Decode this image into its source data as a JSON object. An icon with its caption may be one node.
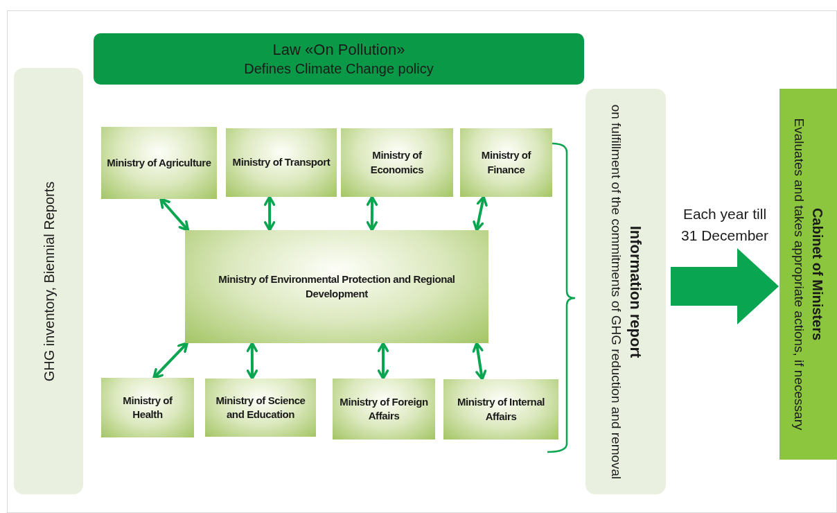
{
  "diagram": {
    "nodes": [
      {
        "text": [
          "GHG inventory, Biennial Reports"
        ]
      },
      {
        "text": [
          "Law «On Pollution»",
          "Defines Climate Change policy"
        ]
      },
      {
        "text": [
          "Ministry of Agriculture"
        ]
      },
      {
        "text": [
          "Ministry of Transport"
        ]
      },
      {
        "text": [
          "Ministry of Economics"
        ]
      },
      {
        "text": [
          "Ministry of Finance"
        ]
      },
      {
        "text": [
          "Ministry of Environmental Protection and Regional Development"
        ]
      },
      {
        "text": [
          "Ministry of Health"
        ]
      },
      {
        "text": [
          "Ministry of Science and Education"
        ]
      },
      {
        "text": [
          "Ministry of Foreign Affairs"
        ]
      },
      {
        "text": [
          "Ministry of Internal Affairs"
        ]
      },
      {
        "text": [
          "Information report",
          "on fulfillment of the commitments of GHG reduction and removal"
        ]
      },
      {
        "text": [
          "Cabinet of Ministers",
          "Evaluates and takes appropriate actions, if necessary"
        ]
      }
    ],
    "edges": [
      {
        "from": 2,
        "to": 6,
        "arrow": "both"
      },
      {
        "from": 3,
        "to": 6,
        "arrow": "both"
      },
      {
        "from": 4,
        "to": 6,
        "arrow": "both"
      },
      {
        "from": 5,
        "to": 6,
        "arrow": "both"
      },
      {
        "from": 6,
        "to": 7,
        "arrow": "both"
      },
      {
        "from": 6,
        "to": 8,
        "arrow": "both"
      },
      {
        "from": 6,
        "to": 9,
        "arrow": "both"
      },
      {
        "from": 6,
        "to": 10,
        "arrow": "both"
      },
      {
        "from": 11,
        "to": 12,
        "arrow": "to",
        "label": "Each year till 31 December",
        "style": "thick"
      }
    ]
  }
}
